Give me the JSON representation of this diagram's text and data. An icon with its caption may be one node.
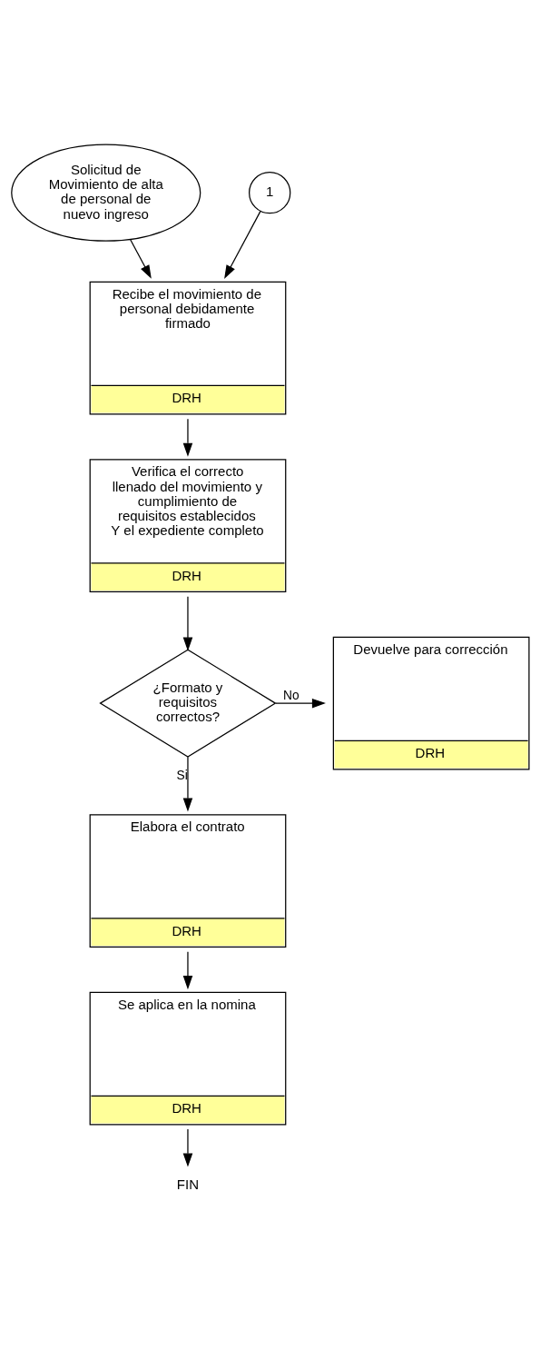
{
  "diagram": {
    "nodes": [
      {
        "text": [
          "Solicitud de Movimiento de alta de personal de nuevo ingreso"
        ]
      },
      {
        "text": [
          "1"
        ]
      },
      {
        "text": [
          "Recibe el movimiento de personal debidamente firmado",
          "DRH"
        ]
      },
      {
        "text": [
          "Verifica el correcto llenado del movimiento y cumplimiento de requisitos establecidos Y el expediente completo",
          "DRH"
        ]
      },
      {
        "text": [
          "¿Formato y requisitos correctos?"
        ]
      },
      {
        "text": [
          "Devuelve para corrección",
          "DRH"
        ]
      },
      {
        "text": [
          "Elabora el contrato",
          "DRH"
        ]
      },
      {
        "text": [
          "Se aplica en la nomina",
          "DRH"
        ]
      },
      {
        "text": [
          "FIN"
        ]
      }
    ],
    "edges": [
      {
        "from": 0,
        "to": 2,
        "arrow": "to"
      },
      {
        "from": 1,
        "to": 2,
        "arrow": "to"
      },
      {
        "from": 2,
        "to": 3,
        "arrow": "to"
      },
      {
        "from": 3,
        "to": 4,
        "arrow": "to"
      },
      {
        "from": 4,
        "to": 5,
        "arrow": "to",
        "label": "No"
      },
      {
        "from": 4,
        "to": 6,
        "arrow": "to",
        "label": "Si"
      },
      {
        "from": 6,
        "to": 7,
        "arrow": "to"
      },
      {
        "from": 7,
        "to": 8,
        "arrow": "to"
      }
    ]
  }
}
